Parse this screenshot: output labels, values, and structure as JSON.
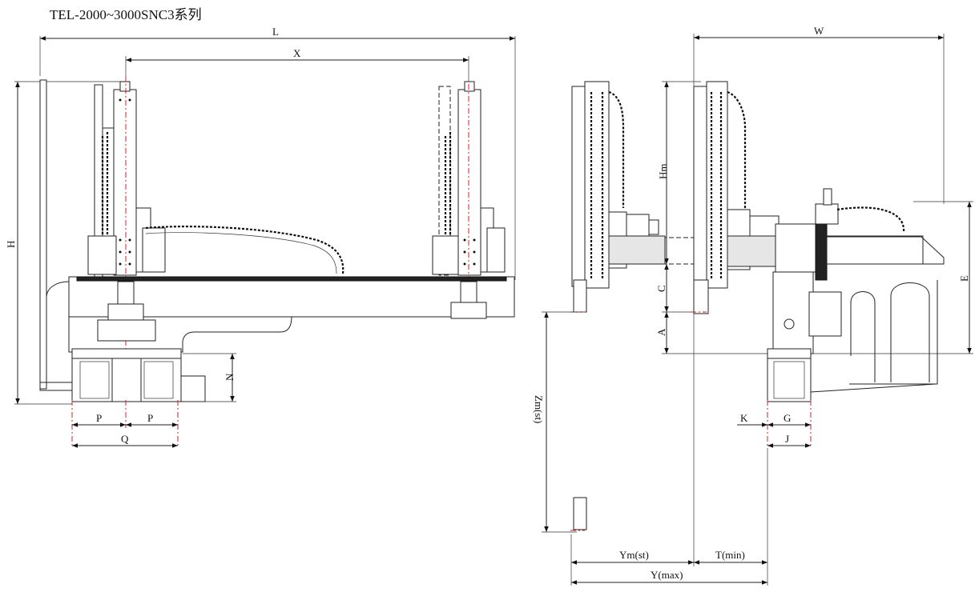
{
  "title": "TEL-2000~3000SNC3系列",
  "front_view": {
    "labels": {
      "L": "L",
      "X": "X",
      "H": "H",
      "N": "N",
      "P1": "P",
      "P2": "P",
      "Q": "Q"
    }
  },
  "side_view": {
    "labels": {
      "W": "W",
      "Hm": "Hm",
      "C": "C",
      "A": "A",
      "E": "E",
      "Zm": "Zm(st)",
      "K": "K",
      "G": "G",
      "J": "J",
      "Ym": "Ym(st)",
      "T": "T(min)",
      "Y": "Y(max)"
    }
  }
}
